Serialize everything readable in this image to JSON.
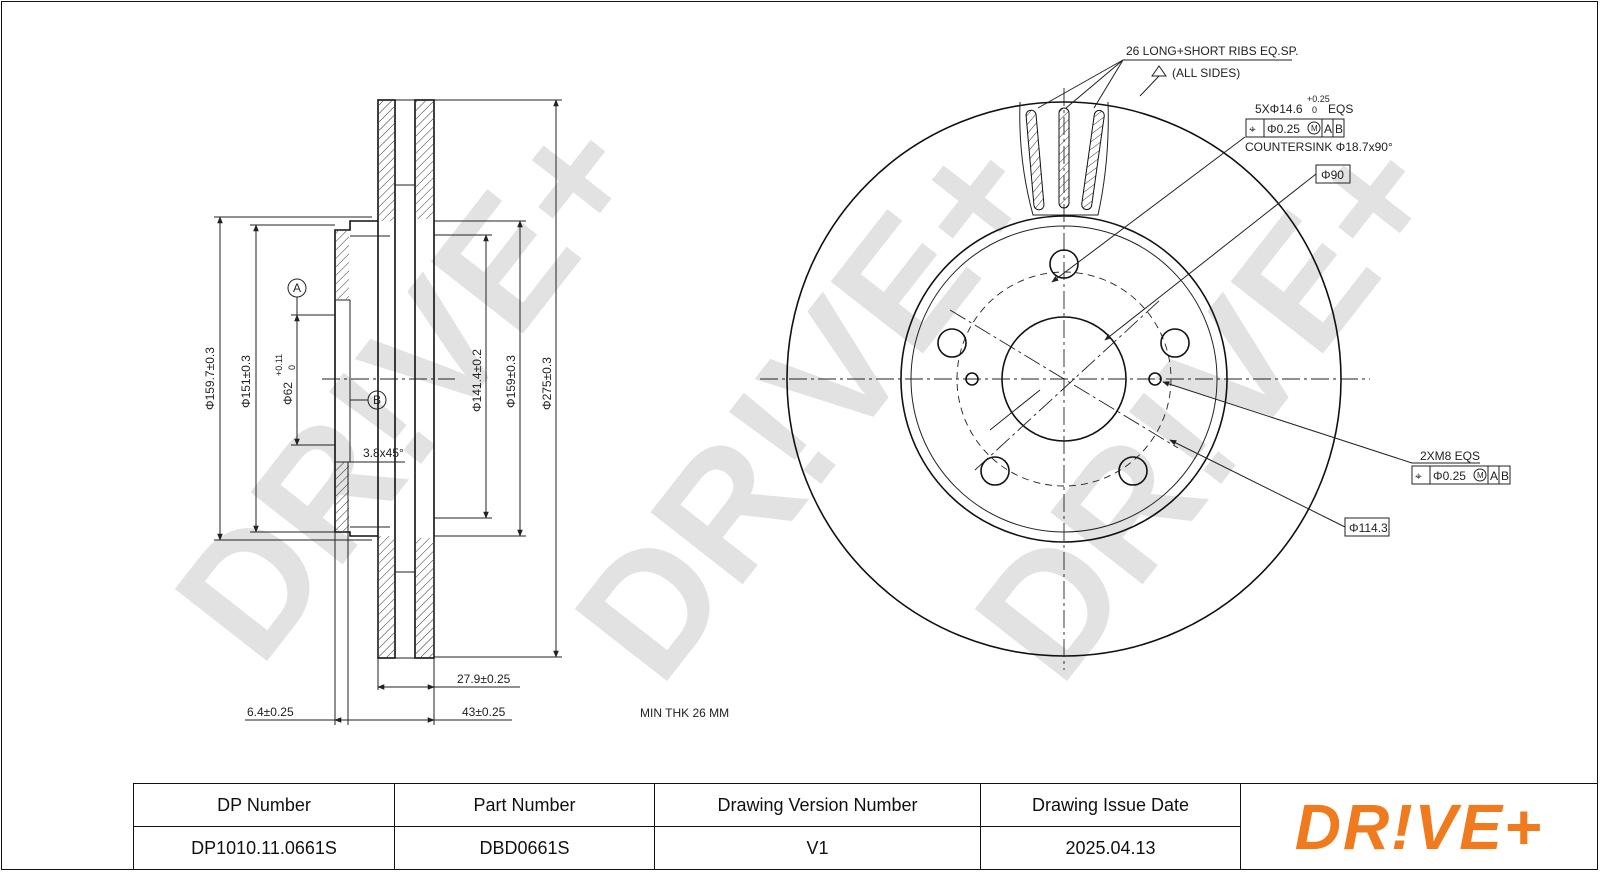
{
  "watermark": {
    "text": "DR!VE+"
  },
  "side_view": {
    "dims": {
      "d159_7": "Φ159.7±0.3",
      "d151": "Φ151±0.3",
      "d62": "Φ62",
      "d62_tol_upper": "+0.11",
      "d62_tol_lower": "0",
      "d141_4": "Φ141.4±0.2",
      "d159": "Φ159±0.3",
      "d275": "Φ275±0.3",
      "chamfer": "3.8x45°",
      "w27_9": "27.9±0.25",
      "w6_4": "6.4±0.25",
      "w43": "43±0.25",
      "datum_a": "A",
      "datum_b": "B"
    }
  },
  "front_view": {
    "ribs_note": "26 LONG+SHORT RIBS EQ.SP.",
    "all_sides": "(ALL SIDES)",
    "holes_spec": "5XΦ14.6",
    "holes_tol_upper": "+0.25",
    "holes_tol_lower": "0",
    "holes_eqs": "EQS",
    "fcf1": {
      "symbol": "⌖",
      "tol": "Φ0.25",
      "mod": "M",
      "a": "A",
      "b": "B"
    },
    "countersink": "COUNTERSINK Φ18.7x90°",
    "d90": "Φ90",
    "thread_note": "2XM8 EQS",
    "fcf2": {
      "symbol": "⌖",
      "tol": "Φ0.25",
      "mod": "M",
      "a": "A",
      "b": "B"
    },
    "pcd": "Φ114.3"
  },
  "min_thk": "MIN THK 26 MM",
  "title_block": {
    "headers": [
      "DP Number",
      "Part Number",
      "Drawing Version Number",
      "Drawing Issue Date"
    ],
    "values": [
      "DP1010.11.0661S",
      "DBD0661S",
      "V1",
      "2025.04.13"
    ],
    "logo": "DR!VE+",
    "logo_color": "#f07a1e"
  }
}
